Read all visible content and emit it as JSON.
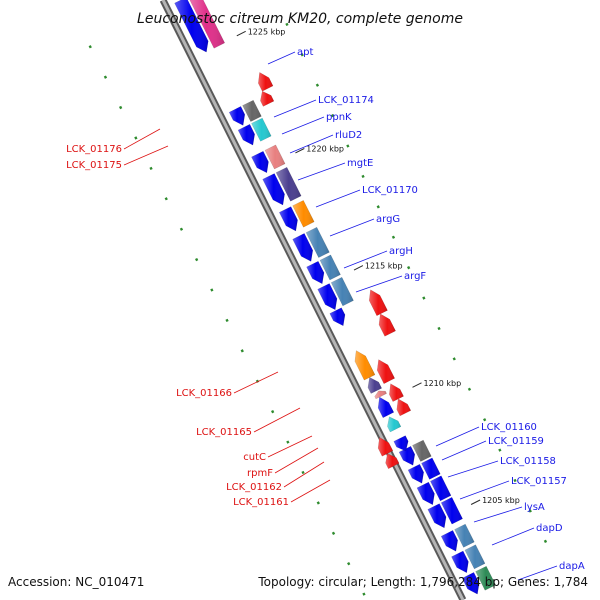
{
  "title": "Leuconostoc citreum KM20, complete genome",
  "accession": "Accession: NC_010471",
  "topology": "Topology: circular; Length: 1,796,284 bp; Genes: 1,784",
  "colors": {
    "backbone": "#8a8a8a",
    "forward_label": "#1a1ae6",
    "reverse_label": "#dd1111",
    "tick": "#2e8b2e"
  },
  "kbp_marks": [
    {
      "label": "1225 kbp",
      "kbp": 1225
    },
    {
      "label": "1220 kbp",
      "kbp": 1220
    },
    {
      "label": "1215 kbp",
      "kbp": 1215
    },
    {
      "label": "1210 kbp",
      "kbp": 1210
    },
    {
      "label": "1205 kbp",
      "kbp": 1205
    }
  ],
  "genes_forward": [
    {
      "name": "apt",
      "color": "#e0308a"
    },
    {
      "name": "LCK_01174",
      "color": "#666666"
    },
    {
      "name": "ppnK",
      "color": "#25c8d0"
    },
    {
      "name": "rluD2",
      "color": "#e88080"
    },
    {
      "name": "mgtE",
      "color": "#4b3f8f"
    },
    {
      "name": "LCK_01170",
      "color": "#ff8c00"
    },
    {
      "name": "argG",
      "color": "#4682b4"
    },
    {
      "name": "argH",
      "color": "#4682b4"
    },
    {
      "name": "argF",
      "color": "#4682b4"
    },
    {
      "name": "LCK_01160",
      "color": "#666666"
    },
    {
      "name": "LCK_01159",
      "color": "#0000ee"
    },
    {
      "name": "LCK_01158",
      "color": "#0000ee"
    },
    {
      "name": "LCK_01157",
      "color": "#0000ee"
    },
    {
      "name": "lysA",
      "color": "#4682b4"
    },
    {
      "name": "dapD",
      "color": "#4682b4"
    },
    {
      "name": "dapA",
      "color": "#2e8b57"
    }
  ],
  "genes_reverse": [
    {
      "name": "LCK_01176",
      "color": "#ee1111"
    },
    {
      "name": "LCK_01175",
      "color": "#ee1111"
    },
    {
      "name": "LCK_01166",
      "color": "#ee1111"
    },
    {
      "name": "LCK_01165",
      "color": "#ff8c00"
    },
    {
      "name": "cutC",
      "color": "#4b3f8f"
    },
    {
      "name": "rpmF",
      "color": "#e88080"
    },
    {
      "name": "LCK_01162",
      "color": "#0000ee"
    },
    {
      "name": "LCK_01161",
      "color": "#25c8d0"
    }
  ]
}
